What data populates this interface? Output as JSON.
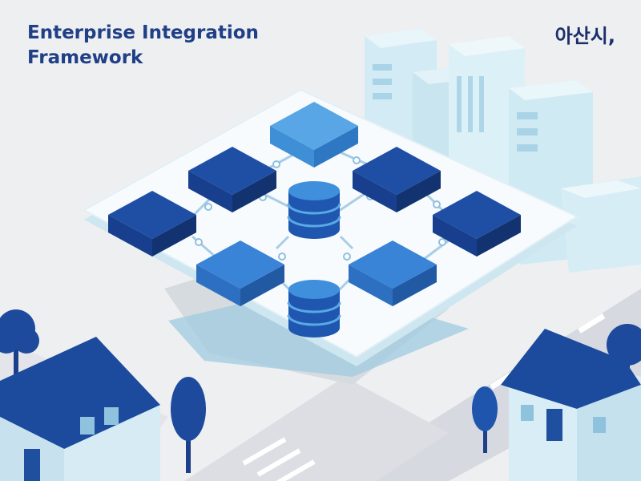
{
  "header": {
    "title": "Enterprise Integration Framework",
    "location": "아산시,"
  },
  "palette": {
    "background": "#eeeff1",
    "platform": "#f7fbfd",
    "platform_edge": "#cde6ef",
    "navy": "#163e8c",
    "mid_blue": "#2f76cf",
    "light_blue": "#56a6e4",
    "pale_blue": "#cfe8f2",
    "road": "#d7d9e0"
  },
  "diagram": {
    "description_nodes": [
      {
        "id": "n-top",
        "kind": "module",
        "tone": "light"
      },
      {
        "id": "n-left-upper",
        "kind": "module",
        "tone": "navy"
      },
      {
        "id": "n-right-upper",
        "kind": "module",
        "tone": "navy"
      },
      {
        "id": "n-left",
        "kind": "module",
        "tone": "navy"
      },
      {
        "id": "n-right",
        "kind": "module",
        "tone": "navy"
      },
      {
        "id": "n-lower-left",
        "kind": "module",
        "tone": "mid"
      },
      {
        "id": "n-lower-right",
        "kind": "module",
        "tone": "mid"
      },
      {
        "id": "db-center",
        "kind": "database"
      },
      {
        "id": "db-bottom",
        "kind": "database"
      }
    ]
  }
}
